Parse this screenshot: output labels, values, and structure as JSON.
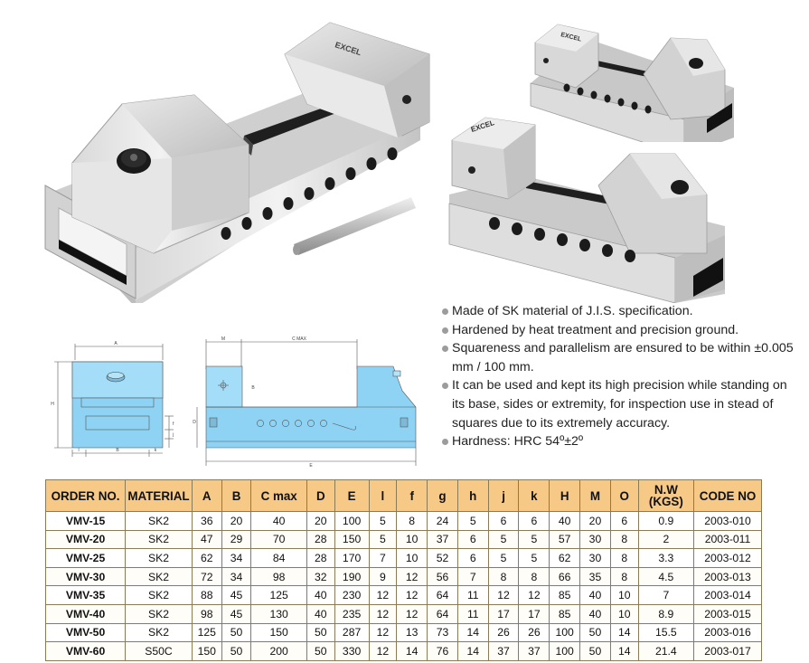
{
  "photos": {
    "large_vise_brand": "EXCEL",
    "small_vise_brand": "EXCEL"
  },
  "features": [
    "Made of SK material of J.I.S. specification.",
    "Hardened by heat treatment and precision ground.",
    "Squareness and parallelism are ensured to be within ±0.005 mm / 100 mm.",
    "It can be used and kept its high precision while standing on its base, sides or extremity, for inspection use in stead of squares due to its extremely accuracy.",
    "Hardness: HRC 54º±2º"
  ],
  "diagram": {
    "front_labels": {
      "a": "A",
      "h": "H",
      "b": "B",
      "l": "l",
      "k": "k",
      "f": "f",
      "j": "j"
    },
    "side_labels": {
      "m": "M",
      "cmax": "C MAX",
      "bb": "B",
      "d": "D",
      "e": "E"
    }
  },
  "table": {
    "headers": [
      "ORDER NO.",
      "MATERIAL",
      "A",
      "B",
      "C max",
      "D",
      "E",
      "l",
      "f",
      "g",
      "h",
      "j",
      "k",
      "H",
      "M",
      "O",
      "N.W (KGS)",
      "CODE NO"
    ],
    "rows": [
      [
        "VMV-15",
        "SK2",
        "36",
        "20",
        "40",
        "20",
        "100",
        "5",
        "8",
        "24",
        "5",
        "6",
        "6",
        "40",
        "20",
        "6",
        "0.9",
        "2003-010"
      ],
      [
        "VMV-20",
        "SK2",
        "47",
        "29",
        "70",
        "28",
        "150",
        "5",
        "10",
        "37",
        "6",
        "5",
        "5",
        "57",
        "30",
        "8",
        "2",
        "2003-011"
      ],
      [
        "VMV-25",
        "SK2",
        "62",
        "34",
        "84",
        "28",
        "170",
        "7",
        "10",
        "52",
        "6",
        "5",
        "5",
        "62",
        "30",
        "8",
        "3.3",
        "2003-012"
      ],
      [
        "VMV-30",
        "SK2",
        "72",
        "34",
        "98",
        "32",
        "190",
        "9",
        "12",
        "56",
        "7",
        "8",
        "8",
        "66",
        "35",
        "8",
        "4.5",
        "2003-013"
      ],
      [
        "VMV-35",
        "SK2",
        "88",
        "45",
        "125",
        "40",
        "230",
        "12",
        "12",
        "64",
        "11",
        "12",
        "12",
        "85",
        "40",
        "10",
        "7",
        "2003-014"
      ],
      [
        "VMV-40",
        "SK2",
        "98",
        "45",
        "130",
        "40",
        "235",
        "12",
        "12",
        "64",
        "11",
        "17",
        "17",
        "85",
        "40",
        "10",
        "8.9",
        "2003-015"
      ],
      [
        "VMV-50",
        "SK2",
        "125",
        "50",
        "150",
        "50",
        "287",
        "12",
        "13",
        "73",
        "14",
        "26",
        "26",
        "100",
        "50",
        "14",
        "15.5",
        "2003-016"
      ],
      [
        "VMV-60",
        "S50C",
        "150",
        "50",
        "200",
        "50",
        "330",
        "12",
        "14",
        "76",
        "14",
        "37",
        "37",
        "100",
        "50",
        "14",
        "21.4",
        "2003-017"
      ]
    ]
  }
}
